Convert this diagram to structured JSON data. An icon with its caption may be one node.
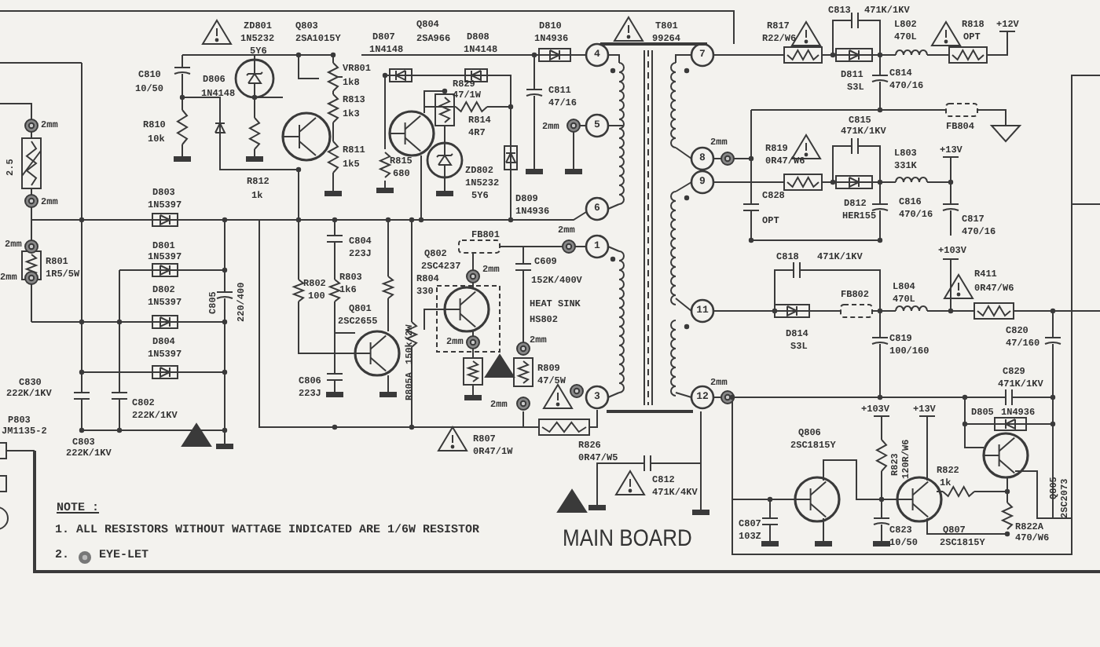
{
  "diagram": {
    "labels": [
      "ZD801",
      "1N5232",
      "5Y6",
      "Q803",
      "2SA1015Y",
      "D807",
      "1N4148",
      "Q804",
      "2SA966",
      "D808",
      "1N4148",
      "D810",
      "1N4936",
      "T801",
      "99264",
      "R817",
      "R22/W6",
      "C813",
      "471K/1KV",
      "L802",
      "470L",
      "R818",
      "OPT",
      "+12V",
      "C810",
      "10/50",
      "D806",
      "1N4148",
      "VR801",
      "1k8",
      "R829",
      "47/1W",
      "C811",
      "47/16",
      "D811",
      "S3L",
      "C814",
      "470/16",
      "R813",
      "1k3",
      "R814",
      "4R7",
      "2mm",
      "R810",
      "10k",
      "FB804",
      "C815",
      "471K/1KV",
      "2mm",
      "2.5",
      "2mm",
      "R819",
      "0R47/W6",
      "L803",
      "331K",
      "+13V",
      "R811",
      "1k5",
      "R815",
      "680",
      "ZD802",
      "1N5232",
      "5Y6",
      "R812",
      "1k",
      "D803",
      "1N5397",
      "2mm",
      "D809",
      "1N4936",
      "C828",
      "OPT",
      "D812",
      "HER155",
      "C816",
      "470/16",
      "C817",
      "470/16",
      "FB801",
      "C804",
      "223J",
      "2mm",
      "2mm",
      "D801",
      "1N5397",
      "C818",
      "471K/1KV",
      "+103V",
      "Q802",
      "2SC4237",
      "C609",
      "152K/400V",
      "R801",
      "1R5/5W",
      "2mm",
      "2mm",
      "R411",
      "0R47/W6",
      "L804",
      "470L",
      "R802",
      "100",
      "R803",
      "1k6",
      "R804",
      "330",
      "D802",
      "1N5397",
      "FB802",
      "HEAT SINK",
      "HS802",
      "C805",
      "220/400",
      "Q801",
      "2SC2655",
      "D814",
      "S3L",
      "C820",
      "47/160",
      "C819",
      "100/160",
      "D804",
      "1N5397",
      "2mm",
      "2mm",
      "R805A",
      "150k/2W",
      "R809",
      "47/5W",
      "C829",
      "471K/1KV",
      "C830",
      "222K/1KV",
      "2mm",
      "C806",
      "223J",
      "C802",
      "222K/1KV",
      "2mm",
      "D805",
      "1N4936",
      "P803",
      "JM1135-2",
      "+103V",
      "+13V",
      "Q806",
      "2SC1815Y",
      "R826",
      "0R47/W5",
      "R807",
      "0R47/1W",
      "C803",
      "222K/1KV",
      "R823",
      "120R/W6",
      "R822",
      "1k",
      "Q805",
      "2SC2073",
      "C812",
      "471K/4KV",
      "NOTE :",
      "1. ALL RESISTORS WITHOUT WATTAGE INDICATED ARE 1/6W RESISTOR",
      "Q807",
      "2SC1815Y",
      "C807",
      "103Z",
      "C823",
      "10/50",
      "R822A",
      "470/W6",
      "MAIN BOARD",
      "2.",
      "EYE-LET",
      "4",
      "5",
      "6",
      "1",
      "3",
      "7",
      "8",
      "9",
      "11",
      "12"
    ]
  }
}
